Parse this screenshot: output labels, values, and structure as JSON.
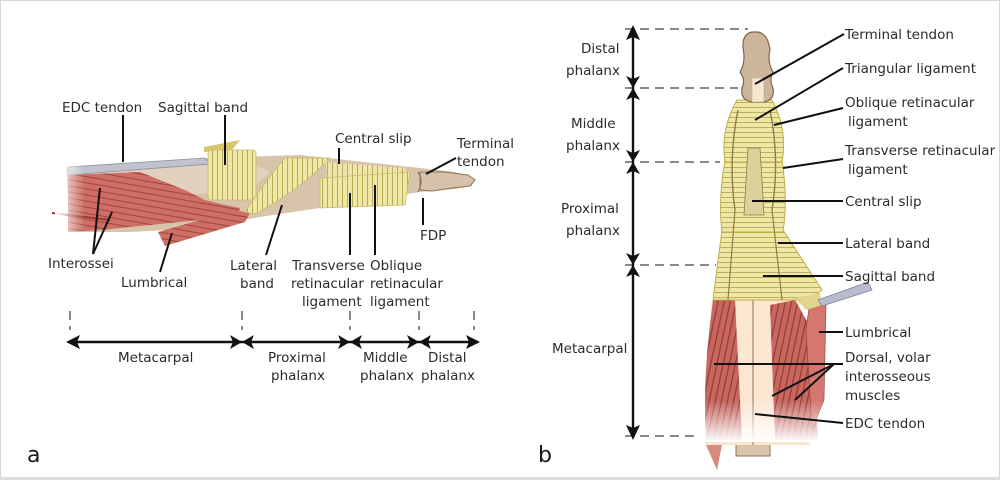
{
  "panels": {
    "a": {
      "panel_label": "a",
      "labels": {
        "edc_tendon": "EDC tendon",
        "sagittal_band": "Sagittal band",
        "central_slip": "Central slip",
        "terminal_tendon_1": "Terminal",
        "terminal_tendon_2": "tendon",
        "fdp": "FDP",
        "interossei": "Interossei",
        "lumbrical": "Lumbrical",
        "lateral_band_1": "Lateral",
        "lateral_band_2": "band",
        "trl_1": "Transverse",
        "trl_2": "retinacular",
        "trl_3": "ligament",
        "orl_1": "Oblique",
        "orl_2": "retinacular",
        "orl_3": "ligament"
      },
      "segments": {
        "metacarpal": "Metacarpal",
        "proximal_1": "Proximal",
        "proximal_2": "phalanx",
        "middle_1": "Middle",
        "middle_2": "phalanx",
        "distal_1": "Distal",
        "distal_2": "phalanx"
      }
    },
    "b": {
      "panel_label": "b",
      "labels": {
        "terminal_tendon": "Terminal tendon",
        "triangular_ligament": "Triangular ligament",
        "orl_1": "Oblique retinacular",
        "orl_2": "ligament",
        "trl_1": "Transverse retinacular",
        "trl_2": "ligament",
        "central_slip": "Central slip",
        "lateral_band": "Lateral band",
        "sagittal_band": "Sagittal band",
        "lumbrical": "Lumbrical",
        "interosseous_1": "Dorsal, volar",
        "interosseous_2": "interosseous",
        "interosseous_3": "muscles",
        "edc_tendon": "EDC tendon"
      },
      "segments": {
        "distal_1": "Distal",
        "distal_2": "phalanx",
        "middle_1": "Middle",
        "middle_2": "phalanx",
        "proximal_1": "Proximal",
        "proximal_2": "phalanx",
        "metacarpal": "Metacarpal"
      }
    }
  },
  "colors": {
    "muscle": "#c9675f",
    "muscle_dark": "#8e3a35",
    "ligament": "#ede5a0",
    "ligament_line": "#b8ab55",
    "bone": "#cdb79a",
    "bone_outline": "#7f6650",
    "skin": "#f7dfc8",
    "tendon_grey": "#b9bccf"
  }
}
